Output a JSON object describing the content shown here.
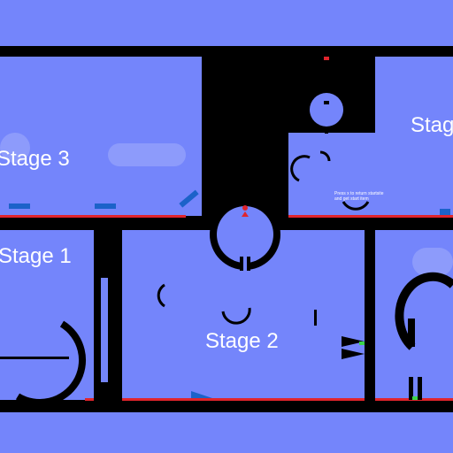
{
  "stages": [
    {
      "id": "stage-3",
      "label": "Stage 3"
    },
    {
      "id": "stage-1",
      "label": "Stage 1"
    },
    {
      "id": "stage-2",
      "label": "Stage 2"
    },
    {
      "id": "stage-4",
      "label": "Stage"
    }
  ],
  "hint": {
    "line1": "Press x to return startsite",
    "line2": "and get start item"
  },
  "colors": {
    "background": "#7485fb",
    "wall": "#000000",
    "floor": "#e0242c",
    "pad": "#1c62c9",
    "player": "#e0242c",
    "goal": "#3ad44a"
  }
}
